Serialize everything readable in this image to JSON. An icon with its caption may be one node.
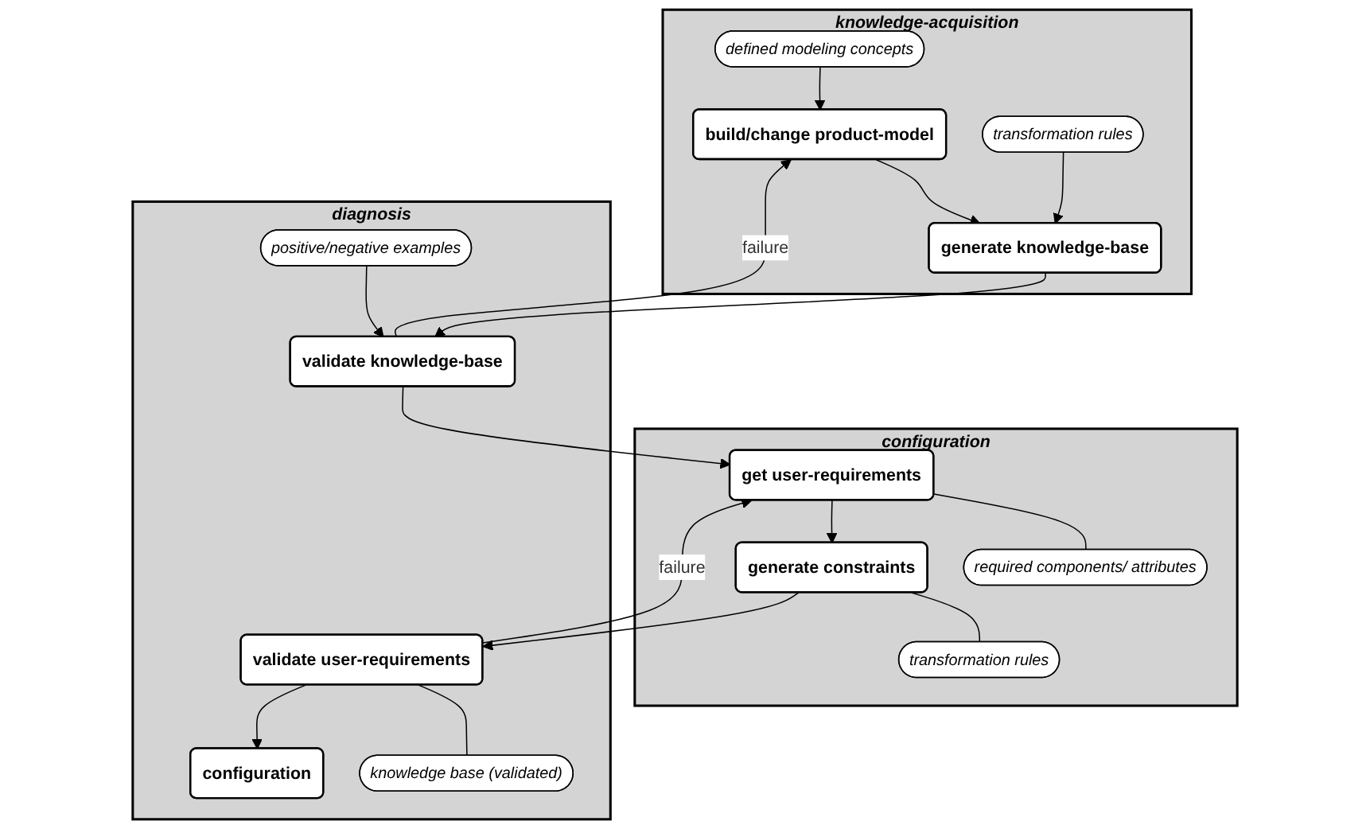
{
  "diagram": {
    "nodes": [
      {
        "text": [
          "knowledge-acquisition"
        ]
      },
      {
        "text": [
          "defined modeling concepts"
        ],
        "in": 0
      },
      {
        "text": [
          "build/change product-model"
        ],
        "in": 0
      },
      {
        "text": [
          "transformation rules"
        ],
        "in": 0
      },
      {
        "text": [
          "generate knowledge-base"
        ],
        "in": 0
      },
      {
        "text": [
          "configuration"
        ]
      },
      {
        "text": [
          "get user-requirements"
        ],
        "in": 5
      },
      {
        "text": [
          "required components/ attributes"
        ],
        "in": 5
      },
      {
        "text": [
          "generate constraints"
        ],
        "in": 5
      },
      {
        "text": [
          "transformation rules"
        ],
        "in": 5
      },
      {
        "text": [
          "diagnosis"
        ]
      },
      {
        "text": [
          "positive/negative examples"
        ],
        "in": 10
      },
      {
        "text": [
          "validate knowledge-base"
        ],
        "in": 10
      },
      {
        "text": [
          "validate user-requirements"
        ],
        "in": 10
      },
      {
        "text": [
          "knowledge base (validated)"
        ],
        "in": 10
      },
      {
        "text": [
          "configuration"
        ],
        "in": 10
      }
    ],
    "edges": [
      {
        "from": 1,
        "to": 2,
        "arrow": "to"
      },
      {
        "from": 2,
        "to": 4,
        "arrow": "to"
      },
      {
        "from": 3,
        "to": 4,
        "arrow": "to"
      },
      {
        "from": 4,
        "to": 12,
        "arrow": "to"
      },
      {
        "from": 11,
        "to": 12,
        "arrow": "to"
      },
      {
        "from": 12,
        "to": 2,
        "arrow": "to",
        "label": "failure"
      },
      {
        "from": 12,
        "to": 6,
        "arrow": "to"
      },
      {
        "from": 6,
        "to": 7,
        "arrow": "none"
      },
      {
        "from": 6,
        "to": 8,
        "arrow": "to"
      },
      {
        "from": 8,
        "to": 9,
        "arrow": "none"
      },
      {
        "from": 8,
        "to": 13,
        "arrow": "to"
      },
      {
        "from": 13,
        "to": 6,
        "arrow": "to",
        "label": "failure"
      },
      {
        "from": 13,
        "to": 14,
        "arrow": "none"
      },
      {
        "from": 13,
        "to": 15,
        "arrow": "to"
      }
    ]
  }
}
